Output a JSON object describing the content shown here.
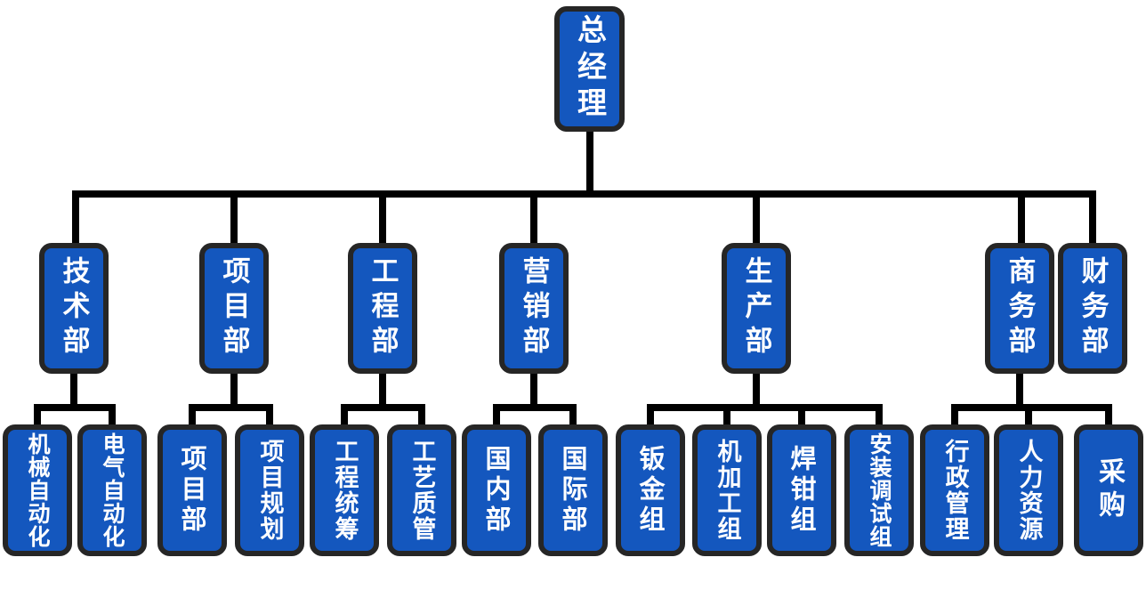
{
  "colors": {
    "node_fill": "#1457BE",
    "node_border": "#262626",
    "node_text": "#FFFFFF",
    "connector": "#000000",
    "background": "#FFFFFF"
  },
  "root": {
    "label": "总经理"
  },
  "departments": [
    {
      "label": "技术部",
      "children": [
        {
          "label": "机械自动化"
        },
        {
          "label": "电气自动化"
        }
      ]
    },
    {
      "label": "项目部",
      "children": [
        {
          "label": "项目部"
        },
        {
          "label": "项目规划"
        }
      ]
    },
    {
      "label": "工程部",
      "children": [
        {
          "label": "工程统筹"
        },
        {
          "label": "工艺质管"
        }
      ]
    },
    {
      "label": "营销部",
      "children": [
        {
          "label": "国内部"
        },
        {
          "label": "国际部"
        }
      ]
    },
    {
      "label": "生产部",
      "children": [
        {
          "label": "钣金组"
        },
        {
          "label": "机加工组"
        },
        {
          "label": "焊钳组"
        },
        {
          "label": "安装调试组"
        }
      ]
    },
    {
      "label": "商务部",
      "children": [
        {
          "label": "行政管理"
        },
        {
          "label": "人力资源"
        },
        {
          "label": "采购"
        }
      ]
    },
    {
      "label": "财务部",
      "children": []
    }
  ]
}
